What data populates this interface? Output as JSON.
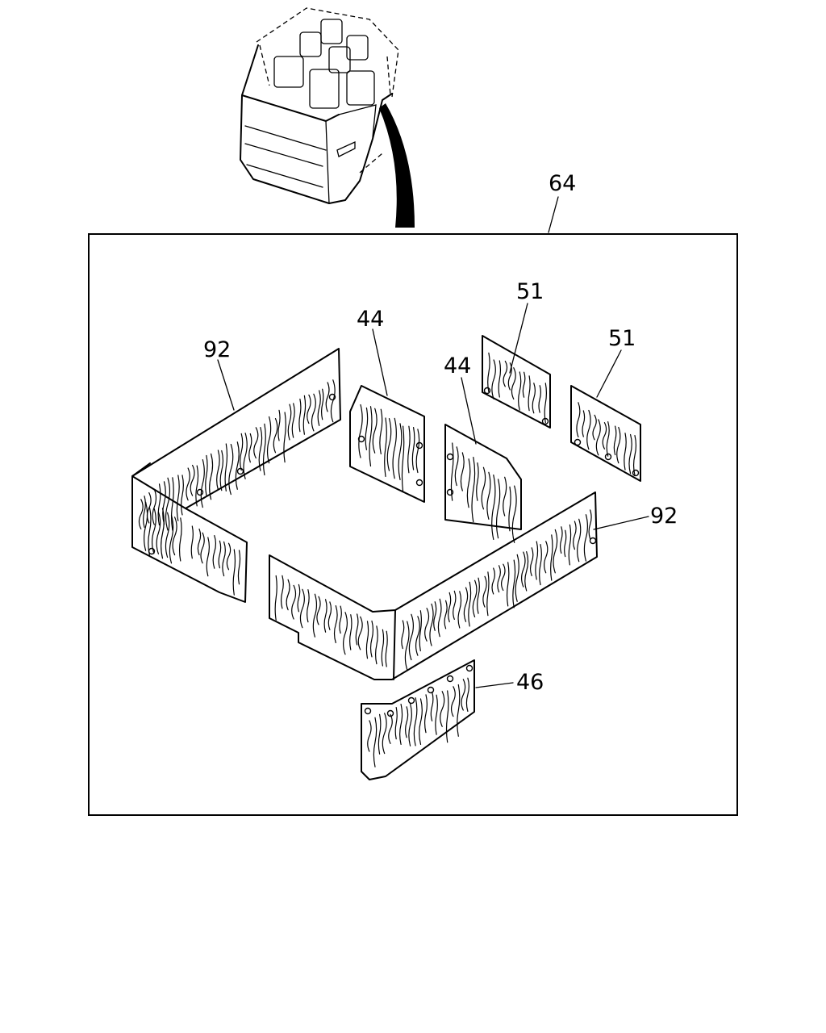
{
  "callouts": {
    "assembly": "64",
    "side_panel_a": "92",
    "side_panel_b": "92",
    "rear_panel_left": "44",
    "rear_panel_right": "44",
    "roof_panel_left": "51",
    "roof_panel_right": "51",
    "front_panel": "46"
  }
}
